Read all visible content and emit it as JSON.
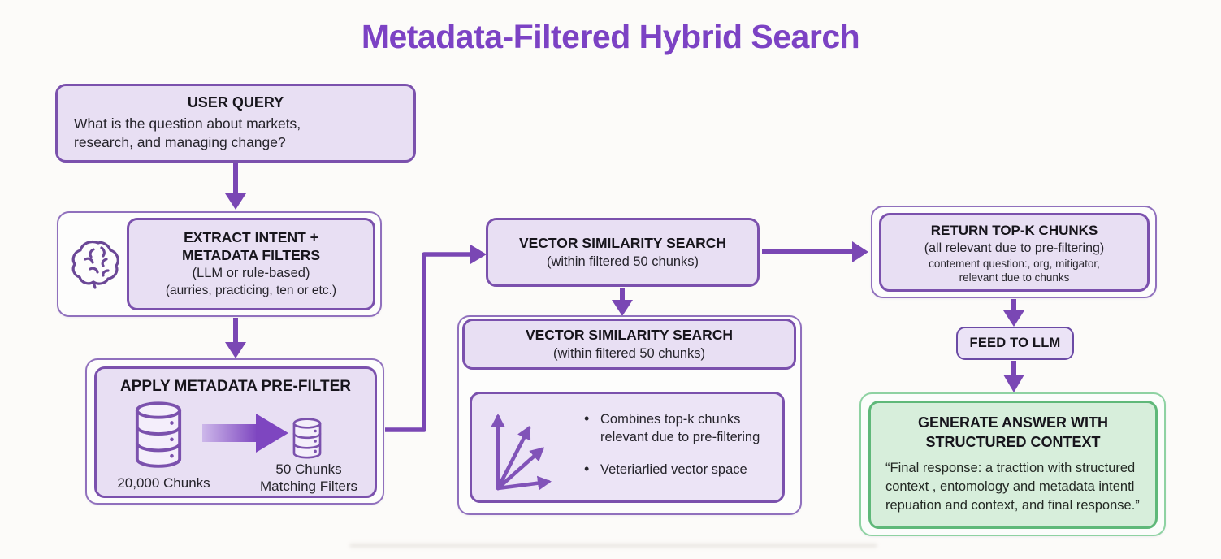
{
  "title": "Metadata-Filtered Hybrid Search",
  "colors": {
    "title_purple": "#7c42c4",
    "node_fill_lavender": "#e8dff3",
    "node_border_purple": "#7b51ad",
    "arrow_purple": "#7a47b4",
    "answer_fill_green": "#d7eedb",
    "answer_border_green": "#5fb879",
    "text_dark": "#1c1a21"
  },
  "user_query": {
    "title": "USER QUERY",
    "body_lines": [
      "What is the question about markets,",
      "research, and managing change?"
    ]
  },
  "extract_intent": {
    "icon": "brain-icon",
    "title_line1": "EXTRACT INTENT +",
    "title_line2": "METADATA FILTERS",
    "sub_line1": "(LLM or rule-based)",
    "sub_line2": "(aurries, practicing, ten or etc.)"
  },
  "apply_prefilter": {
    "title": "APPLY METADATA PRE-FILTER",
    "left_icon": "database-large-icon",
    "left_label": "20,000 Chunks",
    "transform_icon": "filter-arrow-icon",
    "right_icon": "database-small-icon",
    "right_label_line1": "50 Chunks",
    "right_label_line2": "Matching Filters"
  },
  "vector_search_1": {
    "title": "VECTOR SIMILARITY SEARCH",
    "subtitle": "(within filtered 50 chunks)"
  },
  "vector_search_2": {
    "title": "VECTOR SIMILARITY SEARCH",
    "subtitle": "(within filtered 50 chunks)"
  },
  "vss_details": {
    "icon": "vector-space-icon",
    "bullet1_line1": "Combines top-k chunks",
    "bullet1_line2": "relevant due to pre-filtering",
    "bullet2": "Veteriarlied vector space"
  },
  "return_topk": {
    "title": "RETURN TOP-K CHUNKS",
    "subtitle": "(all relevant due to pre-filtering)",
    "note_line1": "contement question:, org, mitigator,",
    "note_line2": "relevant due to chunks"
  },
  "feed_llm": {
    "label": "FEED TO LLM"
  },
  "generate_answer": {
    "title_line1": "GENERATE ANSWER WITH",
    "title_line2": "STRUCTURED CONTEXT",
    "body": "“Final response: a tracttion with structured context , entomology and metadata intentl repuation and context, and final response.”"
  }
}
